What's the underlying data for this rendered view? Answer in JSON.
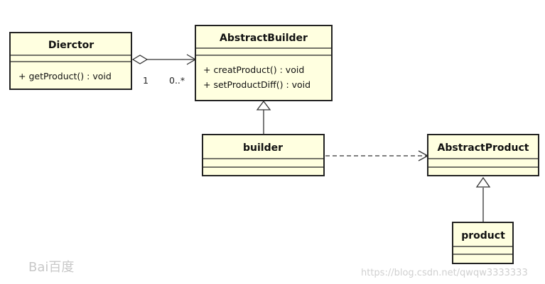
{
  "diagram": {
    "classes": {
      "director": {
        "name": "Dierctor",
        "ops": [
          "+ getProduct() : void"
        ]
      },
      "abstract_builder": {
        "name": "AbstractBuilder",
        "ops": [
          "+ creatProduct() : void",
          "+ setProductDiff() : void"
        ]
      },
      "builder": {
        "name": "builder",
        "ops": []
      },
      "abstract_product": {
        "name": "AbstractProduct",
        "ops": []
      },
      "product": {
        "name": "product",
        "ops": []
      }
    },
    "relations": {
      "aggregation": {
        "from": "Dierctor",
        "to": "AbstractBuilder",
        "multiplicity_from": "1",
        "multiplicity_to": "0..*"
      },
      "generalization_builder": {
        "from": "builder",
        "to": "AbstractBuilder"
      },
      "dependency": {
        "from": "builder",
        "to": "AbstractProduct"
      },
      "generalization_product": {
        "from": "product",
        "to": "AbstractProduct"
      }
    }
  },
  "watermark": {
    "logo": "Bai百度",
    "url": "https://blog.csdn.net/qwqw3333333"
  }
}
